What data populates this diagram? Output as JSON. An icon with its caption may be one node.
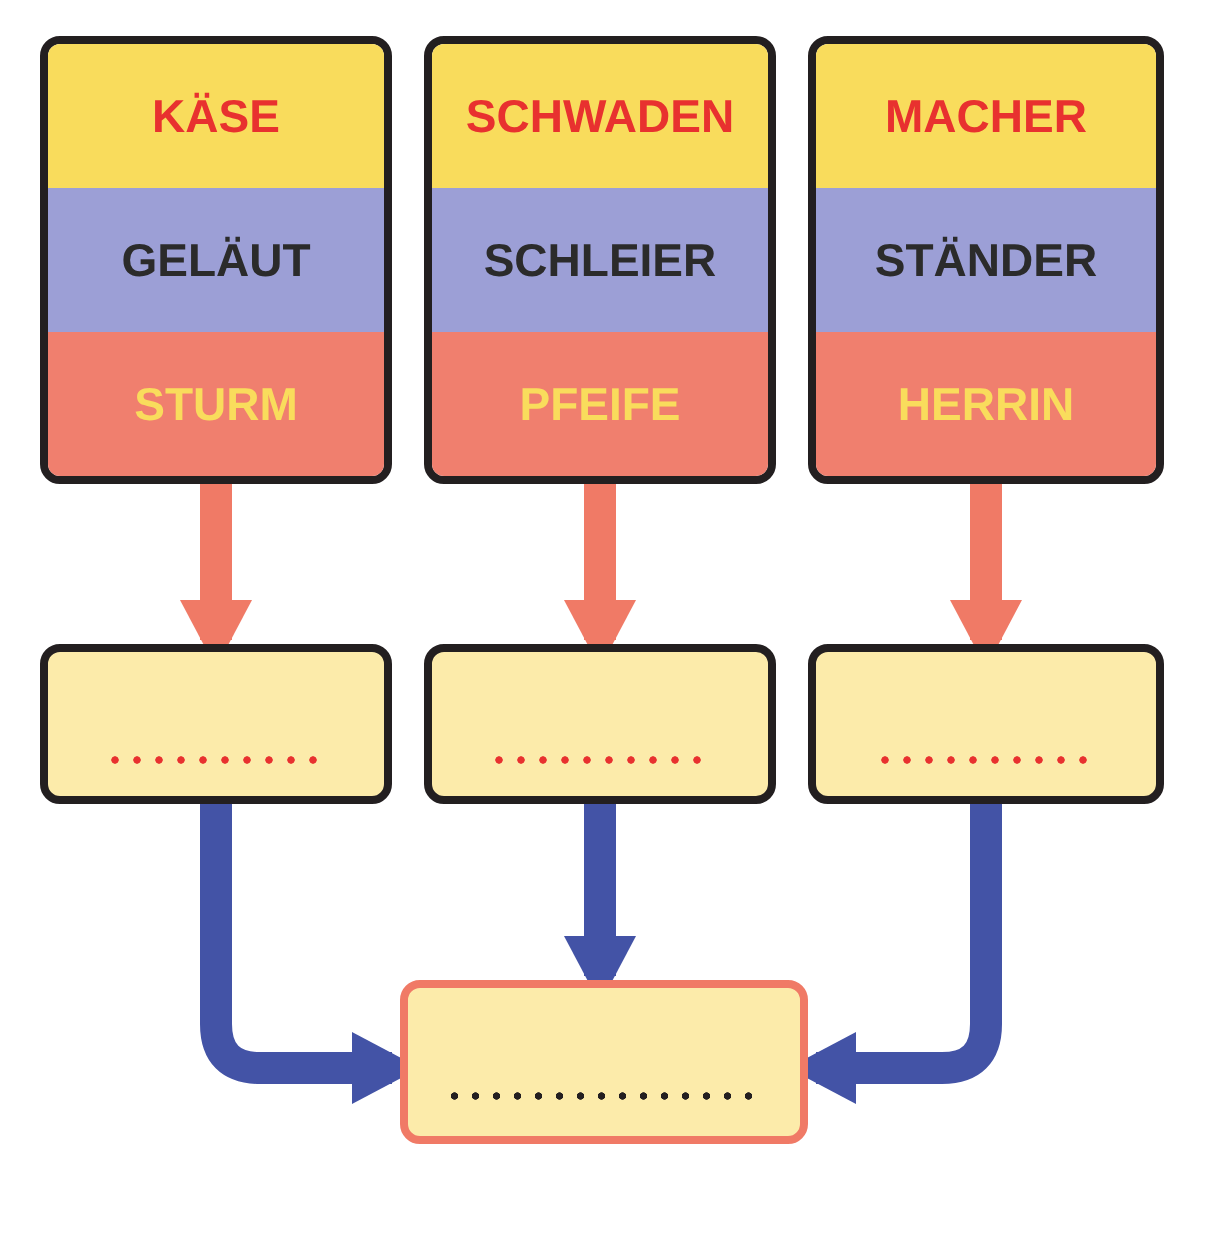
{
  "diagram": {
    "nodes": [
      {
        "text": [
          "KÄSE",
          "GELÄUT",
          "STURM"
        ]
      },
      {
        "text": [
          "SCHWADEN",
          "SCHLEIER",
          "PFEIFE"
        ]
      },
      {
        "text": [
          "MACHER",
          "STÄNDER",
          "HERRIN"
        ]
      },
      {
        "text": [],
        "shape": "box"
      },
      {
        "text": [],
        "shape": "box"
      },
      {
        "text": [],
        "shape": "box"
      },
      {
        "text": [],
        "shape": "box"
      }
    ],
    "edges": [
      {
        "from": 0,
        "to": 3,
        "arrow": "to",
        "color": "#f07a66"
      },
      {
        "from": 1,
        "to": 4,
        "arrow": "to",
        "color": "#f07a66"
      },
      {
        "from": 2,
        "to": 5,
        "arrow": "to",
        "color": "#f07a66"
      },
      {
        "from": 3,
        "to": 6,
        "arrow": "to",
        "color": "#4353a6"
      },
      {
        "from": 4,
        "to": 6,
        "arrow": "to",
        "color": "#4353a6"
      },
      {
        "from": 5,
        "to": 6,
        "arrow": "to",
        "color": "#4353a6"
      }
    ]
  }
}
